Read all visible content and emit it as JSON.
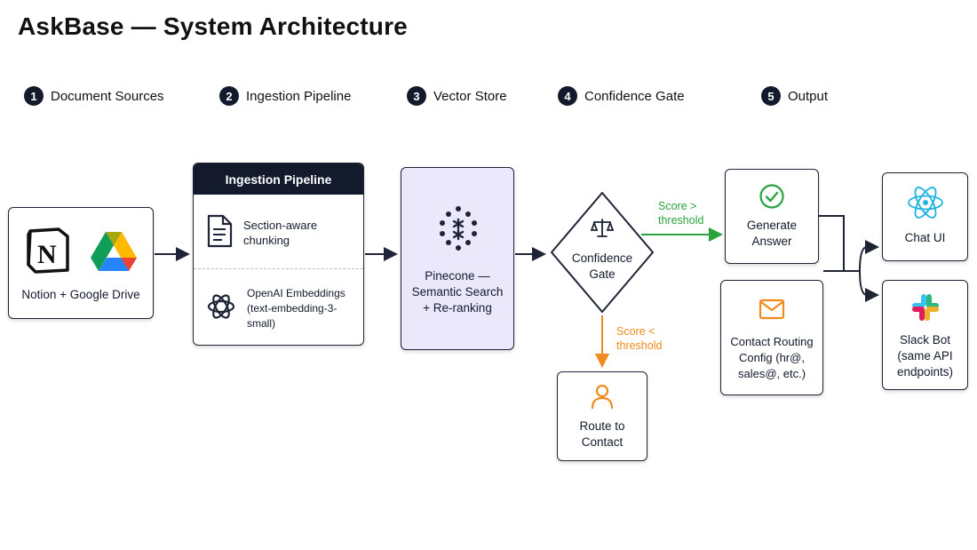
{
  "title": "AskBase — System Architecture",
  "steps": [
    {
      "num": "1",
      "label": "Document Sources"
    },
    {
      "num": "2",
      "label": "Ingestion Pipeline"
    },
    {
      "num": "3",
      "label": "Vector Store"
    },
    {
      "num": "4",
      "label": "Confidence Gate"
    },
    {
      "num": "5",
      "label": "Output"
    }
  ],
  "sources": {
    "label": "Notion + Google Drive",
    "notion_letter": "N"
  },
  "ingestion": {
    "header": "Ingestion Pipeline",
    "chunking": "Section-aware\nchunking",
    "embeddings_line1": "OpenAI Embeddings",
    "embeddings_line2": "(text-embedding-3-small)"
  },
  "vector": {
    "label": "Pinecone —\nSemantic Search\n+ Re-ranking"
  },
  "gate": {
    "label": "Confidence\nGate"
  },
  "edges": {
    "high": "Score >\nthreshold",
    "low": "Score <\nthreshold"
  },
  "generate": {
    "label": "Generate\nAnswer"
  },
  "routing": {
    "label": "Contact Routing\nConfig (hr@,\nsales@, etc.)"
  },
  "route": {
    "label": "Route to\nContact"
  },
  "chat": {
    "label": "Chat UI"
  },
  "slack": {
    "label": "Slack Bot\n(same API\nendpoints)"
  },
  "colors": {
    "navy": "#121a2c",
    "green": "#2aa33f",
    "orange": "#f08a1c",
    "lavender": "#ece8fb"
  }
}
